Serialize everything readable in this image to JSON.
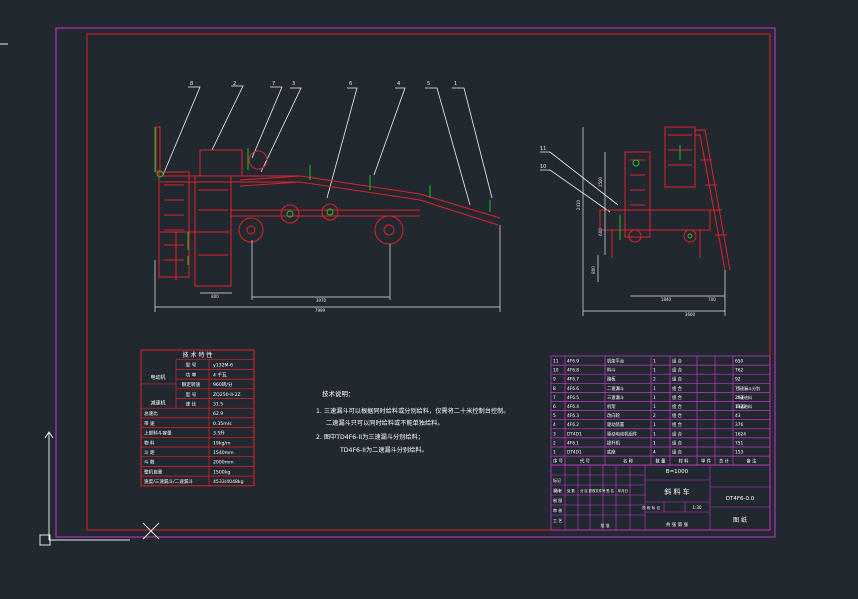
{
  "colors": {
    "background": "#212830",
    "border_outer": "#cc33cc",
    "border_inner": "#e0202a",
    "drawing_red": "#e0202a",
    "drawing_green": "#22c022",
    "dimension_white": "#e8e8e8",
    "table_magenta": "#cc33cc",
    "table_text": "#ffffff",
    "callout_white": "#f0f0f0"
  },
  "side_view": {
    "callouts": [
      "8",
      "2",
      "7",
      "3",
      "6",
      "4",
      "5",
      "1"
    ],
    "dimensions": {
      "left": "800",
      "middle": "3970",
      "overall": "7999"
    }
  },
  "end_view": {
    "callouts": [
      "11",
      "10"
    ],
    "dimensions": {
      "height": "2410",
      "left_h1": "1500",
      "left_h2": "600",
      "left_h3": "800",
      "bottom_mid": "1840",
      "bottom_right": "700",
      "overall_width": "3660"
    }
  },
  "tech_specs": {
    "title": "技 术 特 性",
    "rows": [
      {
        "group": "电动机",
        "label": "型 号",
        "value": "y132M-6"
      },
      {
        "group": "",
        "label": "功 率",
        "value": "4 千瓦"
      },
      {
        "group": "",
        "label": "额定转速",
        "value": "960转/分"
      },
      {
        "group": "减速机",
        "label": "型 号",
        "value": "ZQ250-II-2Z"
      },
      {
        "group": "",
        "label": "速 比",
        "value": "31.5"
      },
      {
        "group": "",
        "label": "总速比",
        "value": "62.9"
      },
      {
        "group": "",
        "label": "带 速",
        "value": "0.35m/s"
      },
      {
        "group": "",
        "label": "上部料斗容量",
        "value": "3.5升"
      },
      {
        "group": "",
        "label": "物 料",
        "value": "19kg/m"
      },
      {
        "group": "",
        "label": "斗 距",
        "value": "1540mm"
      },
      {
        "group": "",
        "label": "斗 数",
        "value": "2000mm"
      },
      {
        "group": "",
        "label": "整机自重",
        "value": "1500kg"
      },
      {
        "group": "",
        "label": "速度/三速漏斗/二速漏斗",
        "value": "4533/4048kg"
      }
    ]
  },
  "tech_notes": {
    "title": "技术说明：",
    "lines": [
      "1. 三速漏斗可以根据同时给料或分别给料，仅需将二十米控制台控制。",
      "二速漏斗只可以同时给料或不能单独给料。",
      "2. 图中TD4F6-II为三速漏斗分别给料；",
      "TD4F6-II为二速漏斗分别给料。"
    ]
  },
  "bom": {
    "header": [
      "序 号",
      "代 号",
      "名 称",
      "数 量",
      "材 料",
      "单 件",
      "总 计",
      "备 注"
    ],
    "rows": [
      [
        "11",
        "4F6.9",
        "机架平台",
        "1",
        "组 合",
        "",
        "",
        "650"
      ],
      [
        "10",
        "4F6.8",
        "料斗",
        "1",
        "组 合",
        "",
        "",
        "762"
      ],
      [
        "9",
        "4F6.7",
        "踏板",
        "2",
        "组 合",
        "",
        "",
        "92"
      ],
      [
        "8",
        "4F6.6",
        "二速漏斗",
        "1",
        "组 合",
        "",
        "",
        "75"
      ],
      [
        "7",
        "4F6.5",
        "三速漏斗",
        "1",
        "组 合",
        "",
        "",
        "293"
      ],
      [
        "6",
        "4F6.4",
        "机架",
        "1",
        "组 合",
        "",
        "",
        "1322"
      ],
      [
        "5",
        "4F6.3",
        "改向轮",
        "2",
        "组 合",
        "",
        "",
        "43"
      ],
      [
        "4",
        "4F6.2",
        "驱动装置",
        "1",
        "组 合",
        "",
        "",
        "376"
      ],
      [
        "3",
        "DT4D1",
        "驱动电动机组件",
        "1",
        "组 合",
        "",
        "",
        "1624"
      ],
      [
        "2",
        "4F6.1",
        "提升机",
        "1",
        "组 合",
        "",
        "",
        "751"
      ],
      [
        "1",
        "DT4D1",
        "底座",
        "4",
        "组 合",
        "",
        "",
        "153"
      ]
    ],
    "remarks": [
      "三速漏斗分别",
      "二速给料",
      "四速给料"
    ]
  },
  "title_block": {
    "spec": "B=1000",
    "name": "斜 料 车",
    "drawing_no": "DT4F6-0.0",
    "scale": "1:30",
    "company": "图 纸",
    "rows_left": [
      "标记",
      "设计",
      "制 图",
      "审 核",
      "工 艺"
    ],
    "header_cells": [
      "标 记",
      "处 数",
      "分 区",
      "更改文件号",
      "签 名",
      "年月日"
    ],
    "stage_cells": [
      "阶 段 标 记",
      "重 量",
      "比 例"
    ],
    "approval": "批 准",
    "sheet": "共 张 第 张"
  }
}
